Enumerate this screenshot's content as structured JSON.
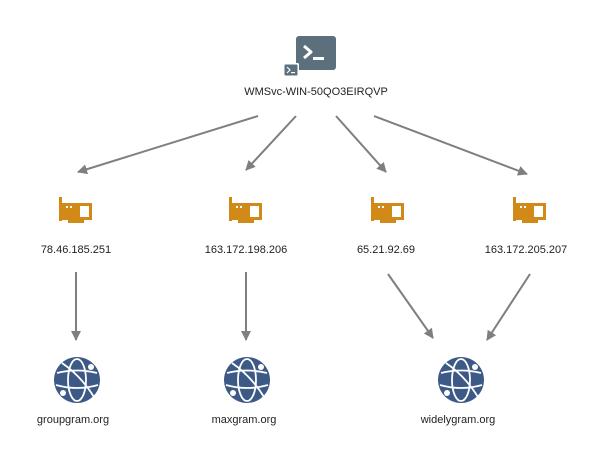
{
  "colors": {
    "edge": "#7f7f7f",
    "terminal": "#5b6f7c",
    "nic": "#d18a18",
    "globe": "#3d5a86",
    "label": "#222222"
  },
  "nodes": {
    "process": {
      "label": "WMSvc-WIN-50QO3EIRQVP",
      "icon": "terminal-icon"
    },
    "ips": [
      {
        "label": "78.46.185.251",
        "icon": "network-card-icon"
      },
      {
        "label": "163.172.198.206",
        "icon": "network-card-icon"
      },
      {
        "label": "65.21.92.69",
        "icon": "network-card-icon"
      },
      {
        "label": "163.172.205.207",
        "icon": "network-card-icon"
      }
    ],
    "domains": [
      {
        "label": "groupgram.org",
        "icon": "globe-icon"
      },
      {
        "label": "maxgram.org",
        "icon": "globe-icon"
      },
      {
        "label": "widelygram.org",
        "icon": "globe-icon"
      }
    ]
  }
}
